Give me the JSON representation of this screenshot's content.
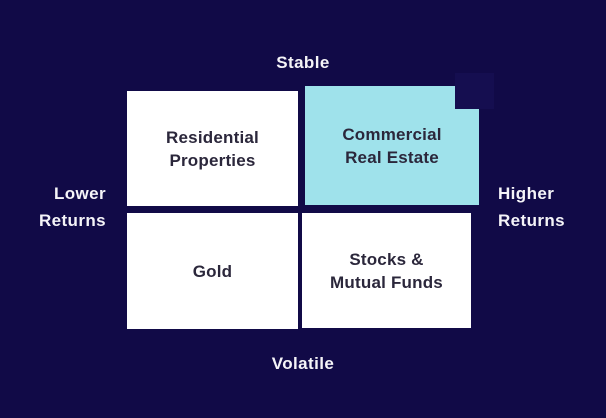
{
  "diagram": {
    "type": "quadrant-matrix",
    "axes": {
      "top": "Stable",
      "bottom": "Volatile",
      "left": "Lower\nReturns",
      "right": "Higher\nReturns"
    },
    "quadrants": [
      {
        "position": "top-left",
        "label": "Residential\nProperties",
        "highlighted": false
      },
      {
        "position": "top-right",
        "label": "Commercial\nReal Estate",
        "highlighted": true
      },
      {
        "position": "bottom-left",
        "label": "Gold",
        "highlighted": false
      },
      {
        "position": "bottom-right",
        "label": "Stocks &\nMutual Funds",
        "highlighted": false
      }
    ],
    "colors": {
      "background": "#110A47",
      "panel": "#FFFFFF",
      "highlight": "#9FE2EB",
      "panel_text": "#2B273B",
      "axis_text": "#F5F4F8",
      "corner_square": "#150E50"
    }
  }
}
